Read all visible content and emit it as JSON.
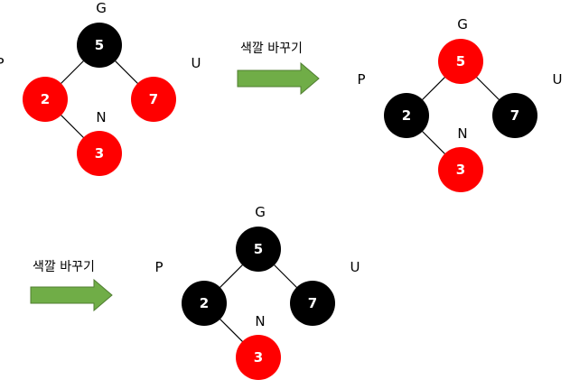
{
  "colors": {
    "red": "#ff0000",
    "black": "#000000",
    "arrow_fill": "#70ad47",
    "arrow_stroke": "#507e32",
    "edge": "#000000"
  },
  "arrows": [
    {
      "caption": "색깔 바꾸기"
    },
    {
      "caption": "색깔 바꾸기"
    }
  ],
  "trees": [
    {
      "nodes": {
        "G": {
          "label": "G",
          "value": "5",
          "color": "black",
          "text_color": "#ffffff",
          "bold": true
        },
        "P": {
          "label": "P",
          "value": "2",
          "color": "red",
          "text_color": "#ffffff",
          "bold": true
        },
        "U": {
          "label": "U",
          "value": "7",
          "color": "red",
          "text_color": "#ffffff",
          "bold": true
        },
        "N": {
          "label": "N",
          "value": "3",
          "color": "red",
          "text_color": "#ffffff",
          "bold": true
        }
      }
    },
    {
      "nodes": {
        "G": {
          "label": "G",
          "value": "5",
          "color": "red",
          "text_color": "#ffffff",
          "bold": false
        },
        "P": {
          "label": "P",
          "value": "2",
          "color": "black",
          "text_color": "#ffffff",
          "bold": true
        },
        "U": {
          "label": "U",
          "value": "7",
          "color": "black",
          "text_color": "#ffffff",
          "bold": true
        },
        "N": {
          "label": "N",
          "value": "3",
          "color": "red",
          "text_color": "#ffffff",
          "bold": true
        }
      }
    },
    {
      "nodes": {
        "G": {
          "label": "G",
          "value": "5",
          "color": "black",
          "text_color": "#ffffff",
          "bold": false
        },
        "P": {
          "label": "P",
          "value": "2",
          "color": "black",
          "text_color": "#ffffff",
          "bold": true
        },
        "U": {
          "label": "U",
          "value": "7",
          "color": "black",
          "text_color": "#ffffff",
          "bold": true
        },
        "N": {
          "label": "N",
          "value": "3",
          "color": "red",
          "text_color": "#ffffff",
          "bold": true
        }
      }
    }
  ]
}
